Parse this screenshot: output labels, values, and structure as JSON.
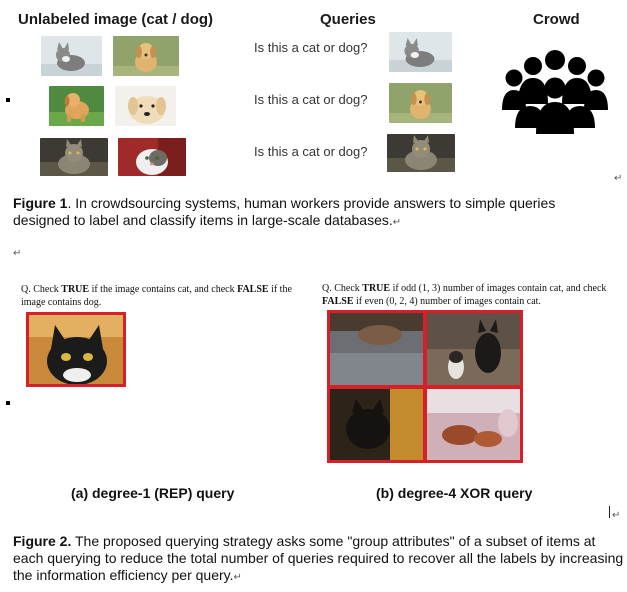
{
  "fig1": {
    "headers": {
      "unlabeled": "Unlabeled image (cat / dog)",
      "queries": "Queries",
      "crowd": "Crowd"
    },
    "query_text": "Is this a cat or dog?",
    "caption": {
      "label": "Figure 1",
      "text": ". In crowdsourcing systems, human workers provide answers to simple queries designed to label and classify items in large-scale databases."
    }
  },
  "fig2": {
    "left": {
      "q_prefix": "Q. Check ",
      "q_true": "TRUE",
      "q_middle": " if the image contains cat, and check ",
      "q_false": "FALSE",
      "q_suffix": " if the image contains dog.",
      "subcaption": "(a) degree-1 (REP) query"
    },
    "right": {
      "q_prefix": "Q. Check ",
      "q_true": "TRUE",
      "q_middle": " if odd (1, 3) number of images contain cat, and check ",
      "q_false": "FALSE",
      "q_suffix": " if even (0, 2, 4) number of images contain cat.",
      "subcaption": "(b) degree-4 XOR query"
    },
    "caption": {
      "label": "Figure 2.",
      "text": " The proposed querying strategy asks some \"group attributes\" of a subset of items at each querying to reduce the total number of queries required to recover all the labels by increasing the information efficiency per query."
    }
  },
  "marks": {
    "return": "↵"
  },
  "colors": {
    "accent_red": "#d61f26",
    "crowd_icon": "#000000"
  }
}
